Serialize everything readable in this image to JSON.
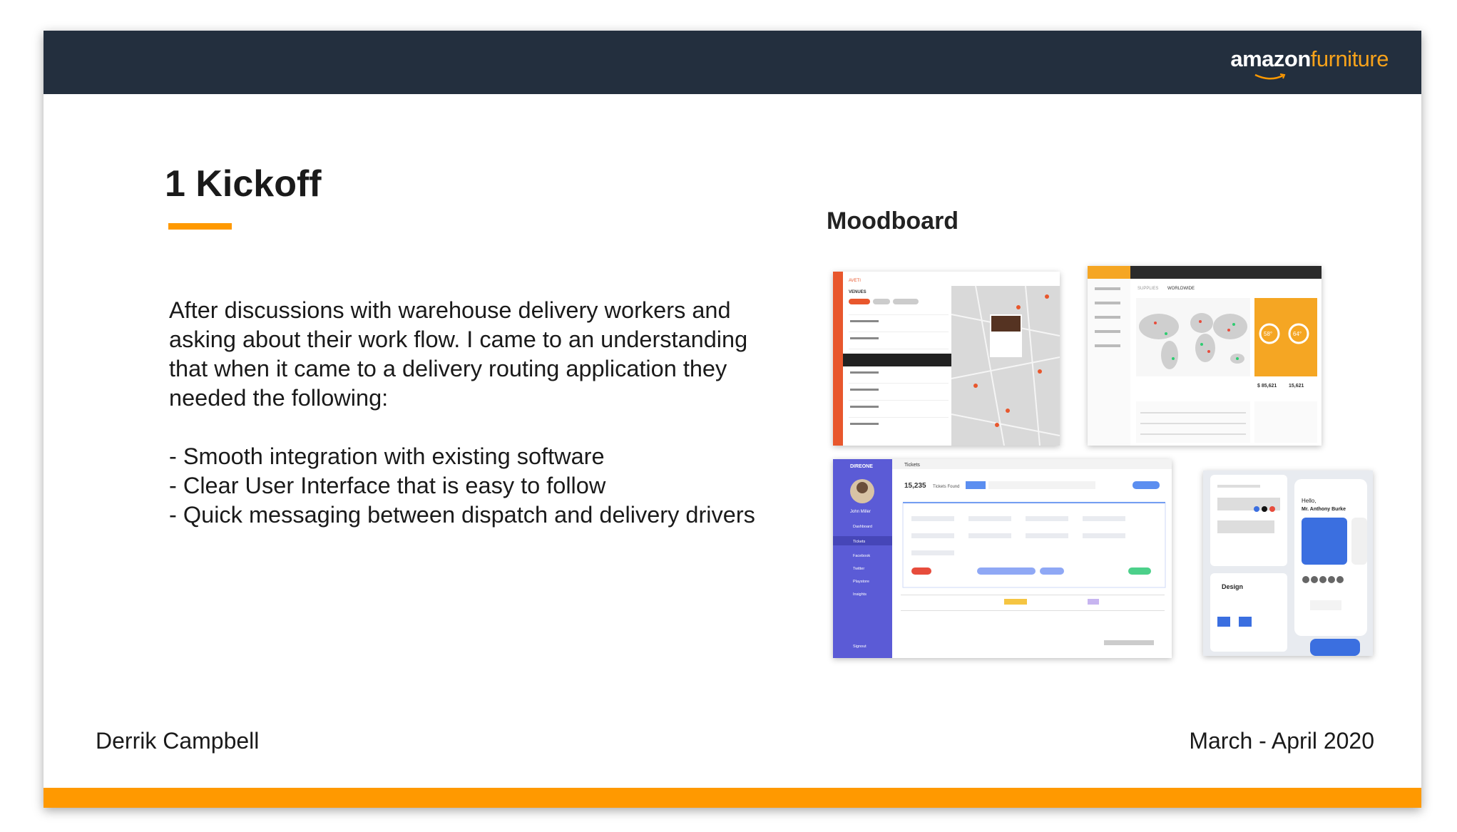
{
  "header": {
    "logo_word": "amazon",
    "logo_suffix": "furniture",
    "logo_icon": "amazon-smile-icon"
  },
  "slide": {
    "title": "1 Kickoff",
    "intro": "After discussions with warehouse delivery workers and asking about their work flow. I came to an understanding that when it came to a delivery routing application they needed the following:",
    "needs": [
      "- Smooth integration with existing software",
      "- Clear User Interface that is easy to follow",
      "- Quick messaging between dispatch and delivery drivers"
    ],
    "moodboard_label": "Moodboard"
  },
  "footer": {
    "author": "Derrik Campbell",
    "dates": "March - April 2020"
  },
  "moodboard": {
    "map_app": {
      "brand": "AVETI",
      "section": "VENUES"
    },
    "supplies_app": {
      "section": "SUPPLIES",
      "region": "WORLDWIDE",
      "stat_a": "$ 85,621",
      "stat_b": "15,621",
      "gauge_a": "58°",
      "gauge_b": "64°"
    },
    "tickets_app": {
      "brand": "DIREONE",
      "header": "Tickets",
      "count": "15,235",
      "count_label": "Tickets Found",
      "user": "John Miller",
      "nav": [
        "Dashboard",
        "Tickets",
        "Facebook",
        "Twitter",
        "Playstore",
        "Insights"
      ],
      "signout": "Signout"
    },
    "mobile_app": {
      "greeting": "Hello,",
      "name": "Mr. Anthony Burke",
      "card": "Design"
    }
  },
  "colors": {
    "header_bg": "#232f3e",
    "accent": "#ff9900",
    "text": "#1a1a1a"
  }
}
